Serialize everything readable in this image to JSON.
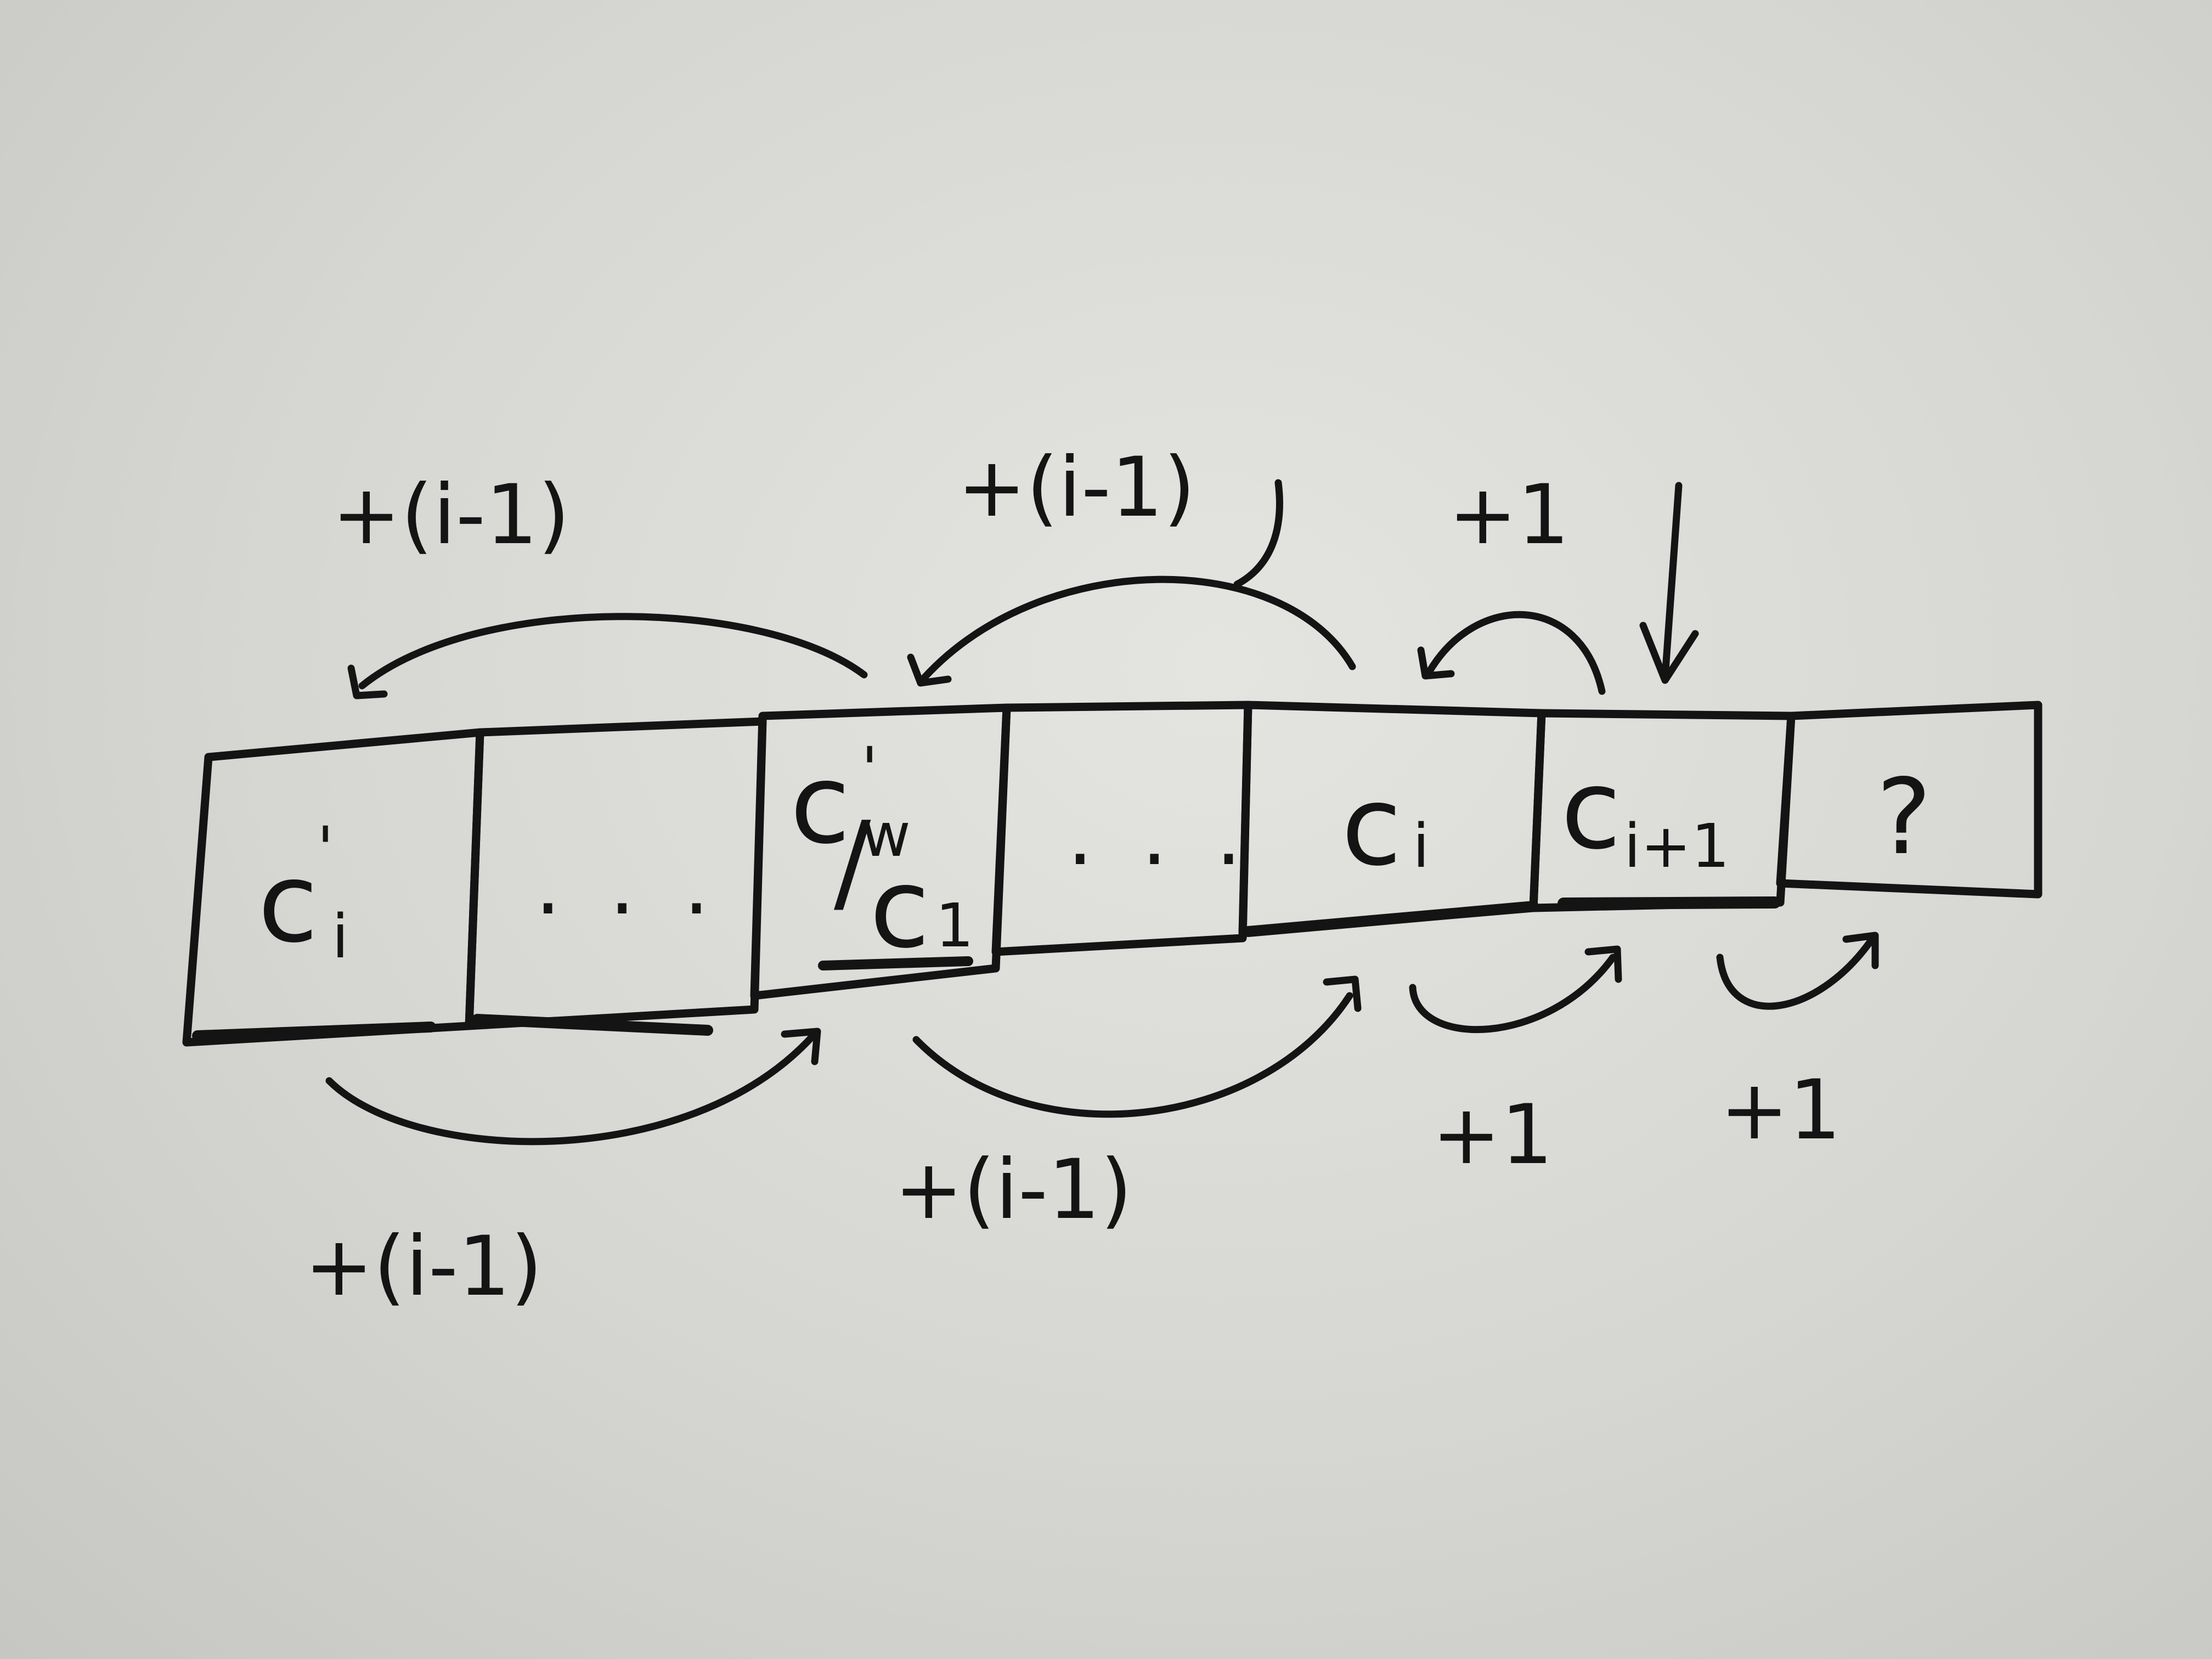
{
  "cells": {
    "c1": {
      "symbol": "c",
      "subscript": "i",
      "prime": "'"
    },
    "c2": {
      "text": ". . ."
    },
    "c3": {
      "top_symbol": "c",
      "top_subscript": "w",
      "prime": "'",
      "slash": "/",
      "bottom_symbol": "c",
      "bottom_subscript": "1"
    },
    "c4": {
      "text": ". . ."
    },
    "c5": {
      "symbol": "c",
      "subscript": "i"
    },
    "c6": {
      "symbol": "c",
      "subscript": "i+1"
    },
    "c7": {
      "text": "?"
    }
  },
  "top_labels": {
    "jump_1": "+(i-1)",
    "jump_2": "+(i-1)",
    "step": "+1"
  },
  "bottom_labels": {
    "jump_1": "+(i-1)",
    "jump_2": "+(i-1)",
    "step_1": "+1",
    "step_2": "+1"
  },
  "colors": {
    "ink": "#141414",
    "paper": "#e0e0dc"
  }
}
